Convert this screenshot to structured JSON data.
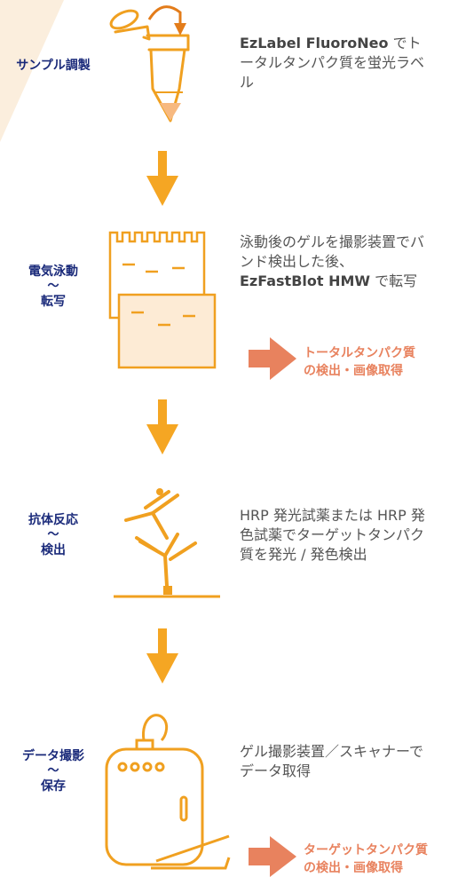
{
  "steps": [
    {
      "label_lines": [
        "サンプル調製"
      ],
      "desc_bold": "EzLabel FluoroNeo",
      "desc_text": " でトータルタンパク質を蛍光ラベル"
    },
    {
      "label_lines": [
        "電気泳動",
        "〜",
        "転写"
      ],
      "desc_text_before": "泳動後のゲルを撮影装置でバンド検出した後、",
      "desc_bold": "EzFastBlot HMW",
      "desc_text_after": " で転写",
      "result_lines": [
        "トータルタンパク質",
        "の検出・画像取得"
      ]
    },
    {
      "label_lines": [
        "抗体反応",
        "〜",
        "検出"
      ],
      "desc_text": "HRP 発光試薬または HRP 発色試薬でターゲットタンパク質を発光 / 発色検出"
    },
    {
      "label_lines": [
        "データ撮影",
        "〜",
        "保存"
      ],
      "desc_text": "ゲル撮影装置／スキャナーでデータ取得",
      "result_lines": [
        "ターゲットタンパク質",
        "の検出・画像取得"
      ]
    }
  ],
  "colors": {
    "orange": "#f5a623",
    "icon_stroke": "#f0a020",
    "label_navy": "#1a2a7a",
    "result_coral": "#e8825e",
    "wedge": "#fbeedd"
  }
}
